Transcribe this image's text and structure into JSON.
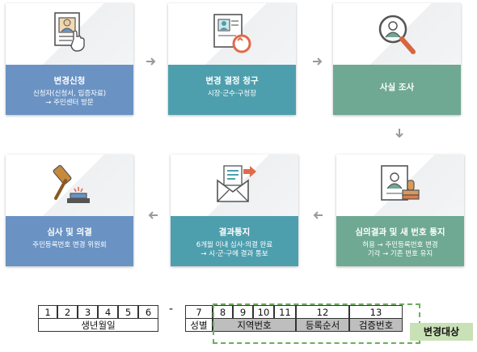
{
  "steps": [
    {
      "title": "변경신청",
      "sub": [
        "신청자(신청서, 입증자료)",
        "→ 주민센터 방문"
      ]
    },
    {
      "title": "변경 결정 청구",
      "sub": [
        "시장·군수·구청장"
      ]
    },
    {
      "title": "사실 조사",
      "sub": []
    },
    {
      "title": "심의결과 및 새 번호 통지",
      "sub": [
        "허용 → 주민등록번호 변경",
        "기각 → 기존 번호 유지"
      ]
    },
    {
      "title": "결과통지",
      "sub": [
        "6개월 이내 심사·의결 완료",
        "→ 시·군·구에 결과 통보"
      ]
    },
    {
      "title": "심사 및 의결",
      "sub": [
        "주민등록번호 변경 위원회"
      ]
    }
  ],
  "rrn": {
    "digits": [
      "1",
      "2",
      "3",
      "4",
      "5",
      "6",
      "7",
      "8",
      "9",
      "10",
      "11",
      "12",
      "13"
    ],
    "hyphen": "-",
    "birth_label": "생년월일",
    "sex_label": "성별",
    "region_label": "지역번호",
    "order_label": "등록순서",
    "check_label": "검증번호",
    "target_label": "변경대상"
  }
}
